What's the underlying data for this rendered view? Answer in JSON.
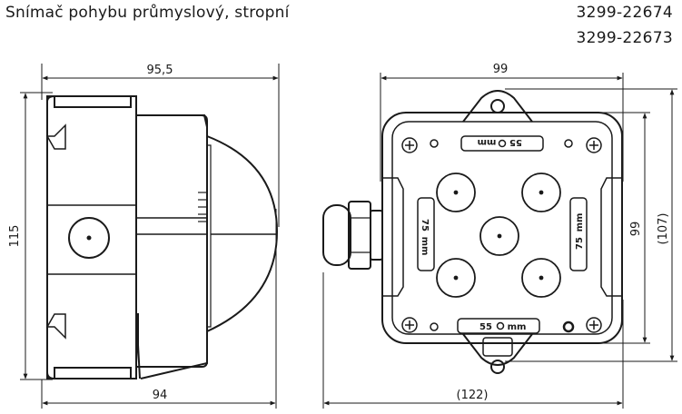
{
  "header": {
    "title": "Snímač pohybu průmyslový, stropní",
    "codes": [
      "3299-22674",
      "3299-22673"
    ]
  },
  "side_view": {
    "width_top": "95,5",
    "width_bottom": "94",
    "height": "115"
  },
  "front_view": {
    "width_top": "99",
    "width_bottom": "(122)",
    "height_inner": "99",
    "height_outer": "(107)",
    "label_55_top": "55",
    "label_55_bottom": "55",
    "label_75_left": "75",
    "label_75_right": "75",
    "unit": "mm"
  }
}
